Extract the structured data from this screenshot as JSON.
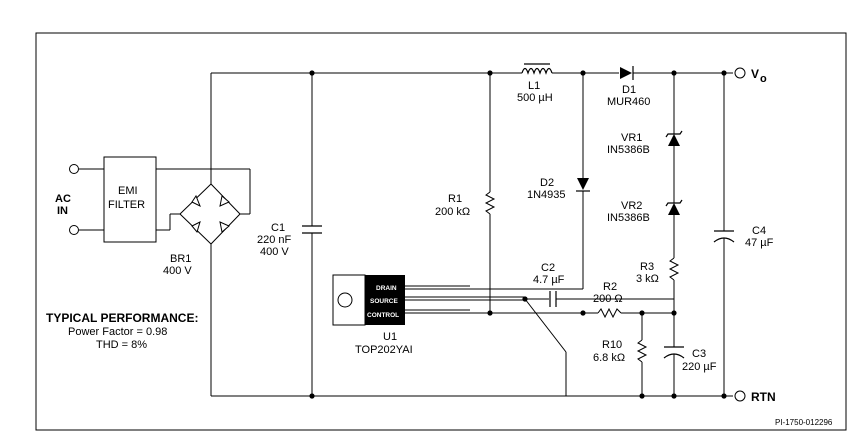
{
  "diagram": {
    "input_label_line1": "AC",
    "input_label_line2": "IN",
    "emi_line1": "EMI",
    "emi_line2": "FILTER",
    "br1_ref": "BR1",
    "br1_value": "400 V",
    "c1_ref": "C1",
    "c1_value1": "220 nF",
    "c1_value2": "400 V",
    "r1_ref": "R1",
    "r1_value": "200 kΩ",
    "l1_ref": "L1",
    "l1_value": "500 µH",
    "d1_ref": "D1",
    "d1_value": "MUR460",
    "d2_ref": "D2",
    "d2_value": "1N4935",
    "vr1_ref": "VR1",
    "vr1_value": "IN5386B",
    "vr2_ref": "VR2",
    "vr2_value": "IN5386B",
    "r3_ref": "R3",
    "r3_value": "3 kΩ",
    "c4_ref": "C4",
    "c4_value": "47 µF",
    "c2_ref": "C2",
    "c2_value": "4.7 µF",
    "r2_ref": "R2",
    "r2_value": "200 Ω",
    "r10_ref": "R10",
    "r10_value": "6.8 kΩ",
    "c3_ref": "C3",
    "c3_value": "220 µF",
    "u1_ref": "U1",
    "u1_value": "TOP202YAI",
    "pin_drain": "DRAIN",
    "pin_source": "SOURCE",
    "pin_control": "CONTROL",
    "vo_label": "V",
    "vo_sub": "o",
    "rtn_label": "RTN",
    "perf_title": "TYPICAL PERFORMANCE:",
    "perf_line1": "Power Factor = 0.98",
    "perf_line2": "THD = 8%",
    "figure_code": "PI-1750-012296"
  }
}
